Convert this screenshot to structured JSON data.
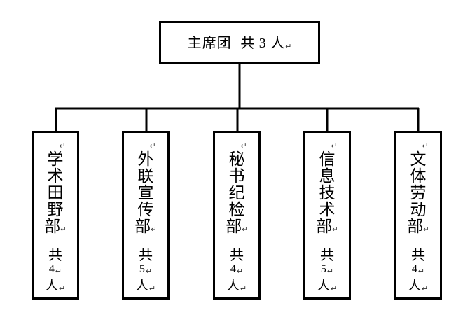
{
  "top": {
    "name": "主席团",
    "gong": "共",
    "count": "3",
    "unit": "人"
  },
  "departments": [
    {
      "name": [
        "学",
        "术",
        "田",
        "野",
        "部"
      ],
      "gong": "共",
      "count": "4",
      "unit": "人"
    },
    {
      "name": [
        "外",
        "联",
        "宣",
        "传",
        "部"
      ],
      "gong": "共",
      "count": "5",
      "unit": "人"
    },
    {
      "name": [
        "秘",
        "书",
        "纪",
        "检",
        "部"
      ],
      "gong": "共",
      "count": "4",
      "unit": "人"
    },
    {
      "name": [
        "信",
        "息",
        "技",
        "术",
        "部"
      ],
      "gong": "共",
      "count": "5",
      "unit": "人"
    },
    {
      "name": [
        "文",
        "体",
        "劳",
        "动",
        "部"
      ],
      "gong": "共",
      "count": "4",
      "unit": "人"
    }
  ],
  "paragraph_mark": "↵"
}
